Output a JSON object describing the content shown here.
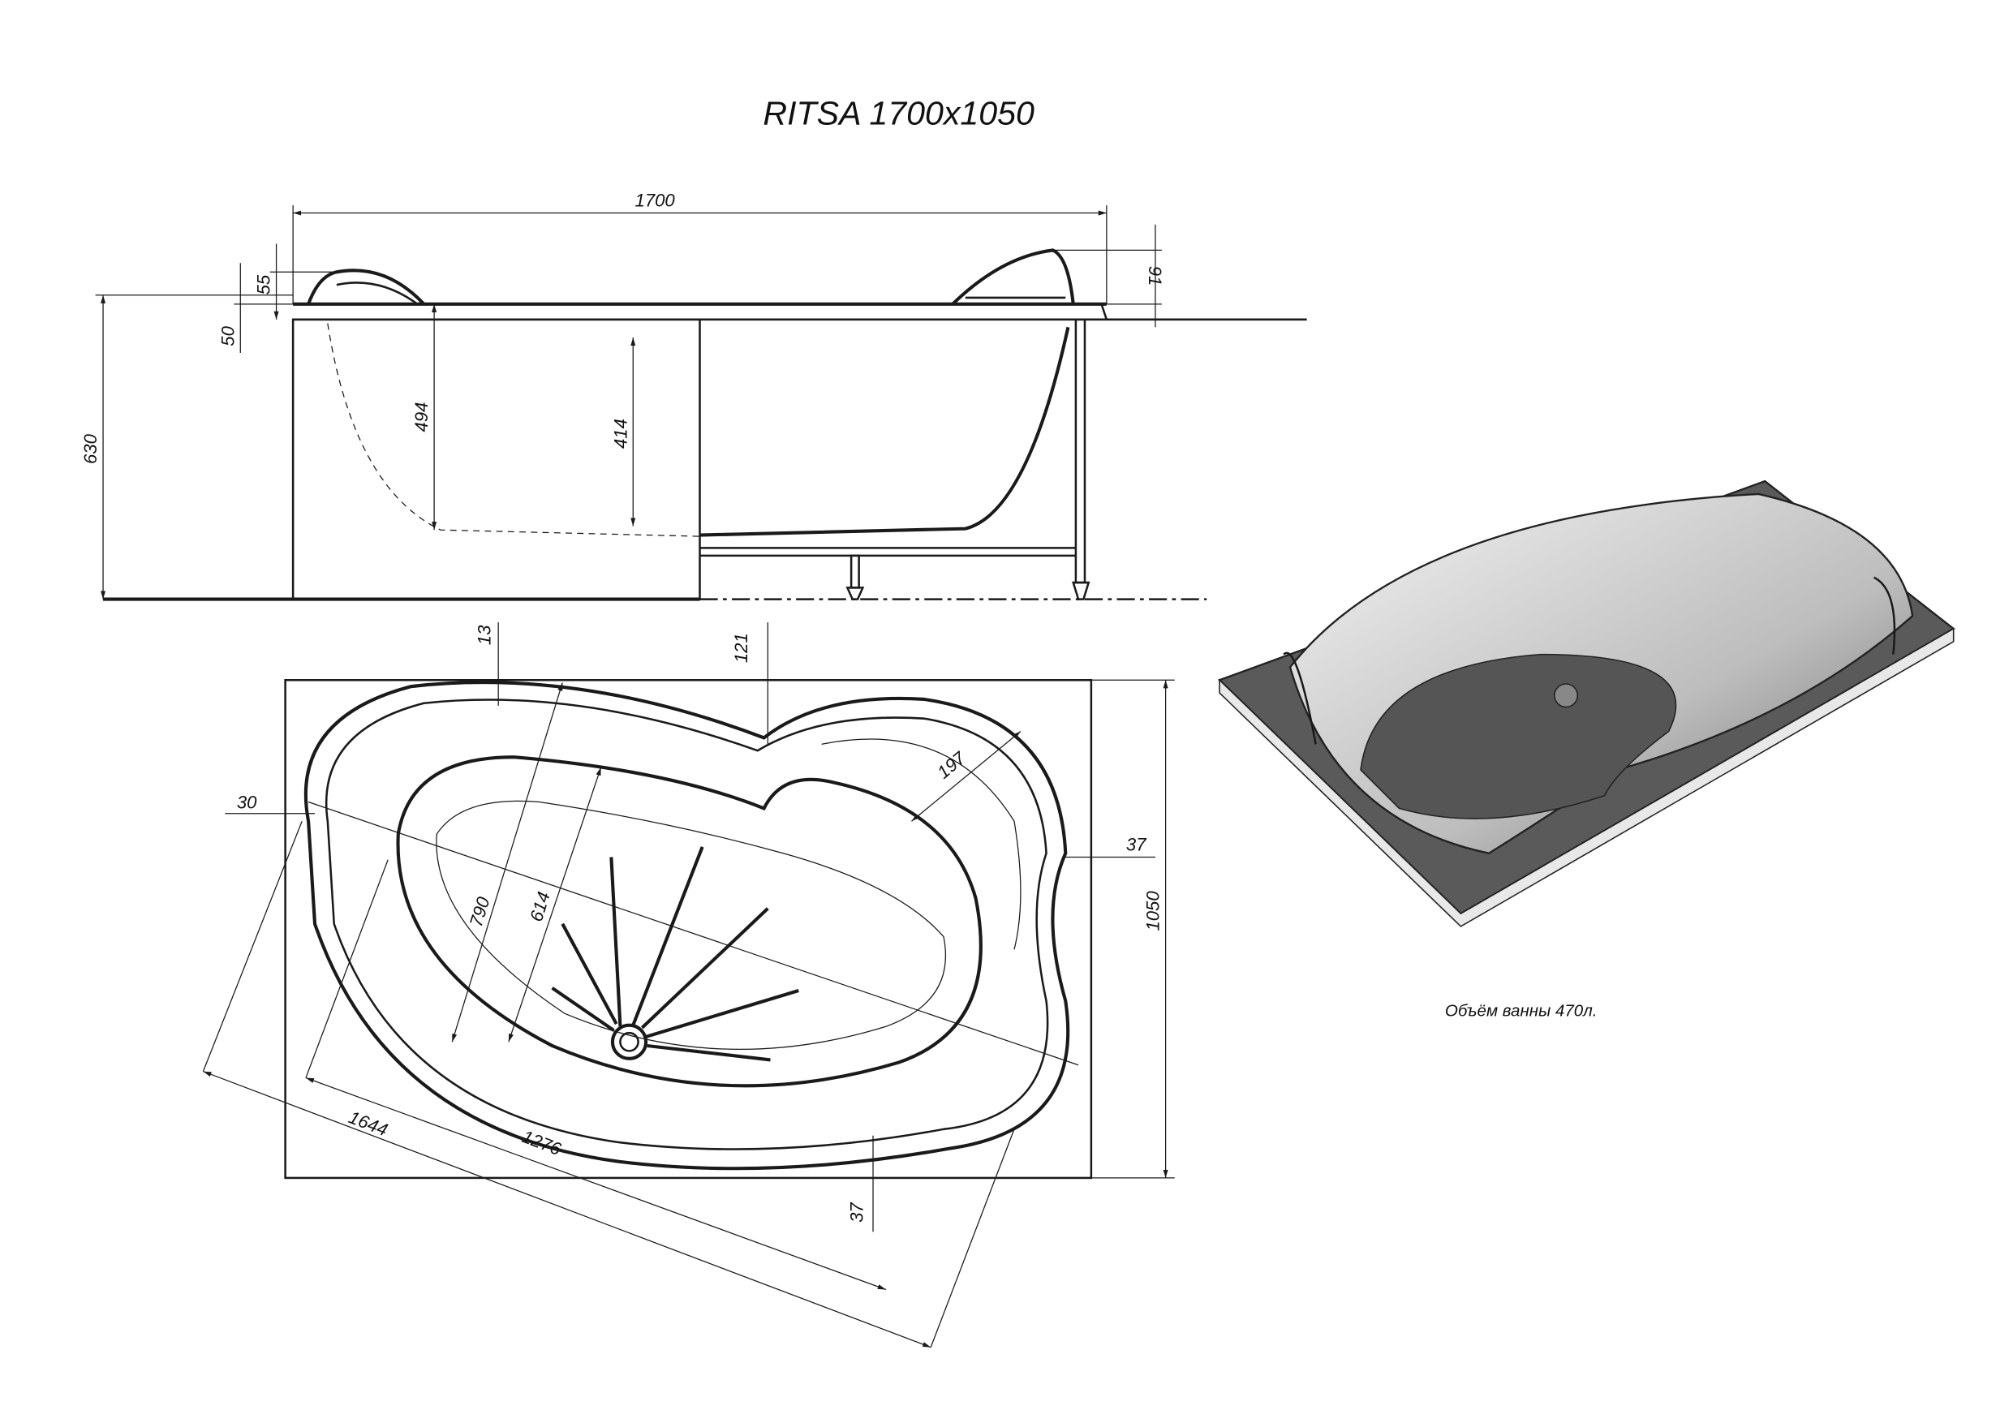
{
  "title": "RITSA 1700x1050",
  "side_view": {
    "dims": {
      "length": "1700",
      "total_height": "630",
      "headrest_left": "55",
      "rim": "50",
      "depth_inner": "494",
      "depth_drain": "414",
      "headrest_right": "91"
    }
  },
  "plan_view": {
    "dims": {
      "top_offset": "13",
      "notch_offset": "121",
      "left_offset": "30",
      "right_offset": "37",
      "width": "1050",
      "inner_width": "790",
      "bottom_width": "614",
      "seat_width": "197",
      "diagonal_outer": "1644",
      "diagonal_inner": "1276",
      "bottom_offset": "37"
    }
  },
  "render": {
    "volume_note": "Объём ванны 470л."
  },
  "colors": {
    "line": "#1a1a1a",
    "render_dark": "#4a4a4a",
    "render_light": "#e6e6e6"
  }
}
